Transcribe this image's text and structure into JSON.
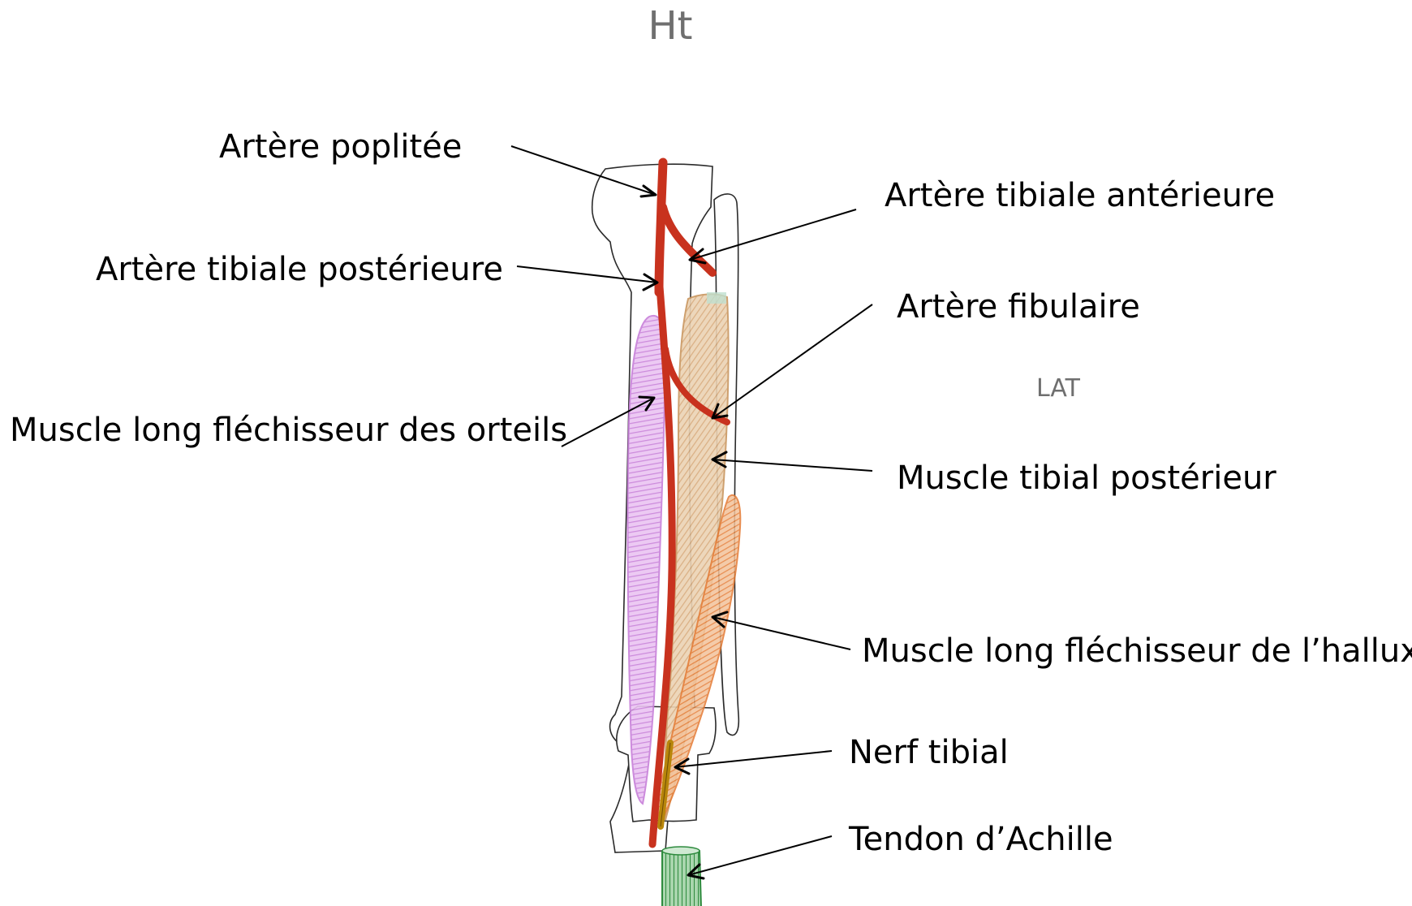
{
  "orientation": {
    "top": "Ht",
    "lateral": "LAT"
  },
  "labels": {
    "popliteal_artery": "Artère poplitée",
    "anterior_tibial_artery": "Artère tibiale antérieure",
    "posterior_tibial_artery": "Artère tibiale postérieure",
    "fibular_artery": "Artère fibulaire",
    "flexor_digitorum_longus": "Muscle long fléchisseur des orteils",
    "tibialis_posterior": "Muscle tibial postérieur",
    "flexor_hallucis_longus": "Muscle long fléchisseur de l’hallux",
    "tibial_nerve": "Nerf tibial",
    "achilles_tendon": "Tendon d’Achille"
  },
  "colors": {
    "artery": "#c8321e",
    "flexor_digitorum_longus": "#c77fd9",
    "tibialis_posterior": "#d9a777",
    "flexor_hallucis_longus": "#e8823a",
    "tibial_nerve": "#b8860b",
    "achilles_tendon": "#2e8b3e"
  }
}
